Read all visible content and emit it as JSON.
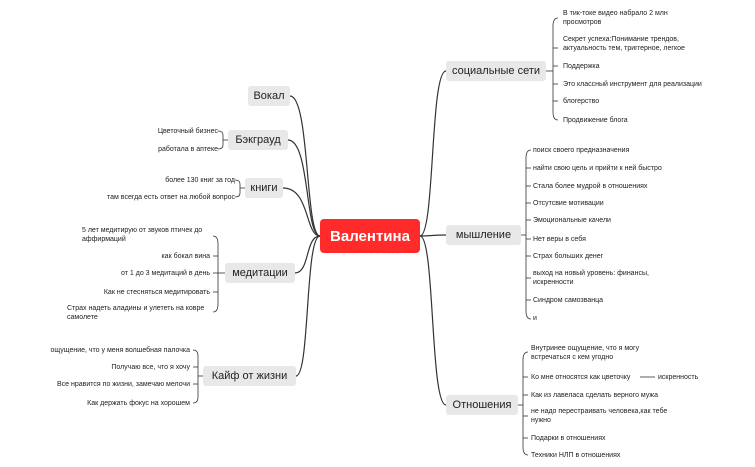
{
  "center": "Валентина",
  "right": {
    "social": {
      "title": "социальные сети",
      "items": [
        "В тик-токе видео набрало 2 млн просмотров",
        "Секрет успеха:Понимание трендов, актуальность тем, триггерное, легкое",
        "Поддержка",
        "Это классный инструмент для реализации",
        "блогерство",
        "Продвижение блога"
      ]
    },
    "thinking": {
      "title": "мышление",
      "items": [
        "поиск своего предназначения",
        "найти свою цель и прийти к ней быстро",
        "Стала более мудрой в отношениях",
        "Отсутсвие мотивации",
        "Эмоциональные качели",
        "Нет веры в себя",
        "Страх больших денег",
        "выход на новый уровень: финансы, искренности",
        "Синдром самозванца",
        "и"
      ]
    },
    "relations": {
      "title": "Отношения",
      "items": [
        "Внутринее ощущение, что я могу встречаться с кем угодно",
        "Ко мне относятся как цветочку",
        "Как из лавелаcа сделать верного мужа",
        "не надо перестраивать человека,как тебе нужно",
        "Подарки в отношениях",
        "Техники НЛП в отношениях"
      ],
      "sub": "искренность"
    }
  },
  "left": {
    "vocal": {
      "title": "Вокал"
    },
    "background": {
      "title": "Бэкграуд",
      "items": [
        "Цветочный бизнес",
        "работала в аптеке"
      ]
    },
    "books": {
      "title": "книги",
      "items": [
        "более 130 книг за год",
        "там всегда есть ответ на любой вопрос"
      ]
    },
    "meditation": {
      "title": "медитации",
      "items": [
        "5 лет медитирую от звуков птичек до аффирмаций",
        "как бокал вина",
        "от 1 до 3 медитаций в день",
        "Как не стесняться медитировать",
        "Страх надеть аладины и улететь на ковре самолете"
      ]
    },
    "joy": {
      "title": "Кайф от жизни",
      "items": [
        "ощущение, что у меня волшебная палочка",
        "Получаю все, что я хочу",
        "Все нравится по жизни, замечаю мелочи",
        "Как держать фокус на хорошем"
      ]
    }
  },
  "colors": {
    "center": "#ff2a2a",
    "topic_bg": "#e8e8e8",
    "line": "#333333"
  }
}
